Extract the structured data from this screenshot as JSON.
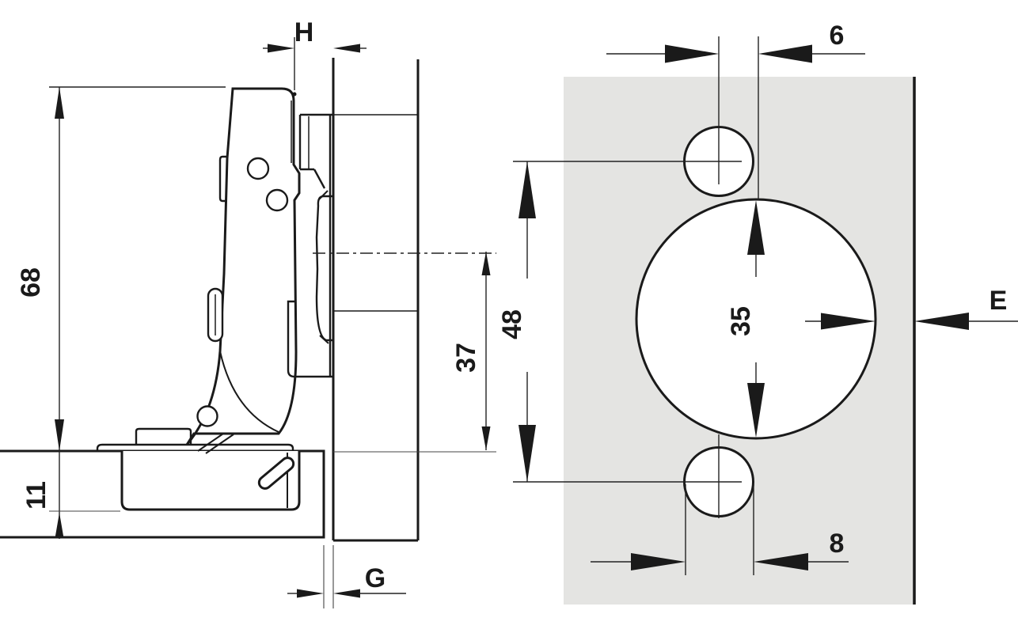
{
  "drawing": {
    "side_view": {
      "overlay_label": "H",
      "total_height": "68",
      "plate_line_distance": "37",
      "cup_depth": "11",
      "gap_label": "G"
    },
    "drilling_pattern": {
      "center_offset": "6",
      "screw_hole_distance": "48",
      "cup_diameter": "35",
      "screw_hole_width": "8",
      "edge_distance_label": "E"
    },
    "colors": {
      "panel_fill": "#e4e4e2",
      "line_color": "#1a1a1a"
    }
  }
}
